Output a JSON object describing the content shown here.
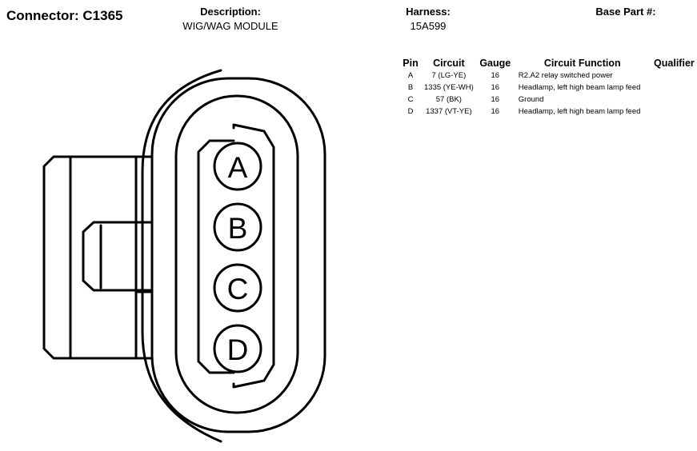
{
  "header": {
    "connector_label": "Connector:",
    "connector_id": "C1365",
    "description_label": "Description:",
    "description_value": "WIG/WAG MODULE",
    "harness_label": "Harness:",
    "harness_value": "15A599",
    "base_part_label": "Base Part #:",
    "base_part_value": ""
  },
  "table": {
    "columns": [
      "Pin",
      "Circuit",
      "Gauge",
      "Circuit Function",
      "Qualifier"
    ],
    "rows": [
      {
        "pin": "A",
        "circuit": "7 (LG-YE)",
        "gauge": "16",
        "function": "R2.A2 relay switched power",
        "qualifier": ""
      },
      {
        "pin": "B",
        "circuit": "1335 (YE-WH)",
        "gauge": "16",
        "function": "Headlamp, left high beam lamp feed",
        "qualifier": ""
      },
      {
        "pin": "C",
        "circuit": "57 (BK)",
        "gauge": "16",
        "function": "Ground",
        "qualifier": ""
      },
      {
        "pin": "D",
        "circuit": "1337 (VT-YE)",
        "gauge": "16",
        "function": "Headlamp, left high beam lamp feed",
        "qualifier": ""
      }
    ]
  },
  "diagram": {
    "pins": [
      "A",
      "B",
      "C",
      "D"
    ]
  }
}
